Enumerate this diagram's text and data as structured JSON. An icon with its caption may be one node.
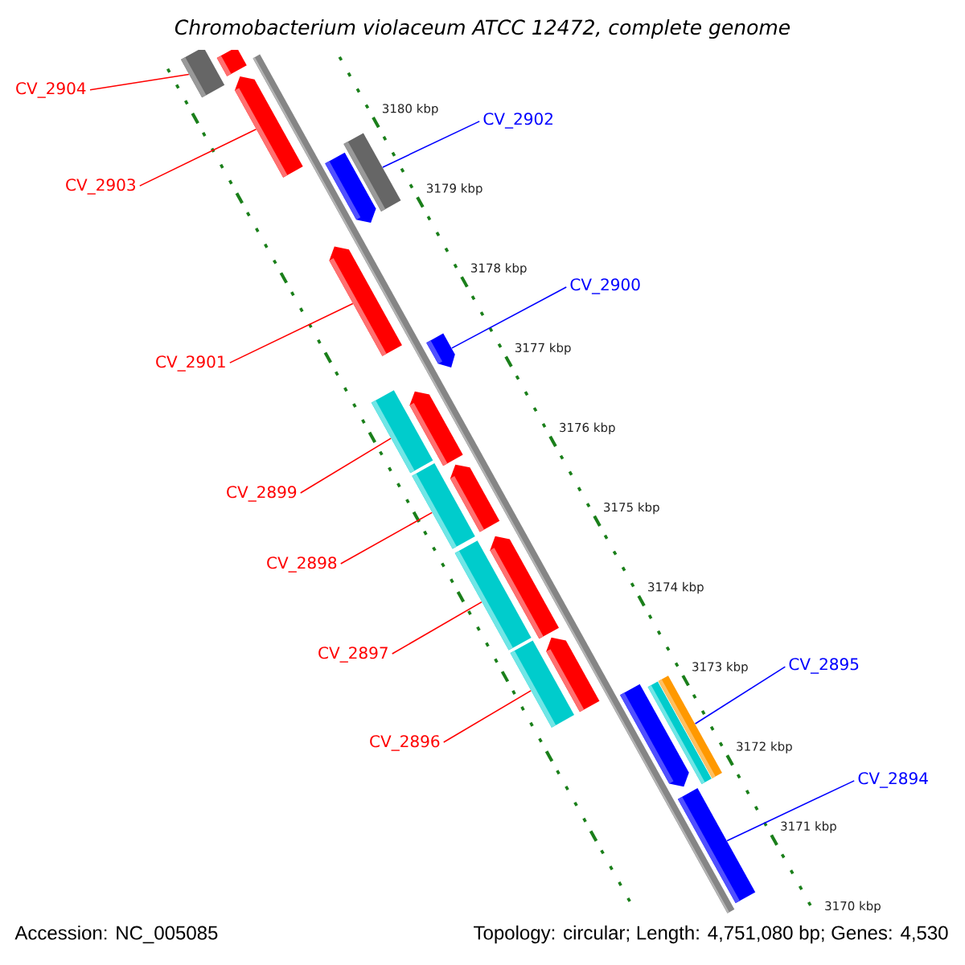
{
  "diagram": {
    "title": "Chromobacterium violaceum ATCC 12472, complete genome",
    "nodes": [
      {
        "text": [
          "CV_2904"
        ]
      },
      {
        "text": [
          "CV_2902"
        ]
      },
      {
        "text": [
          "CV_2903"
        ]
      },
      {
        "text": [
          "CV_2900"
        ]
      },
      {
        "text": [
          "CV_2901"
        ]
      },
      {
        "text": [
          "CV_2899"
        ]
      },
      {
        "text": [
          "CV_2898"
        ]
      },
      {
        "text": [
          "CV_2897"
        ]
      },
      {
        "text": [
          "CV_2895"
        ]
      },
      {
        "text": [
          "CV_2896"
        ]
      },
      {
        "text": [
          "CV_2894"
        ]
      },
      {
        "text": [],
        "shape": "bar"
      },
      {
        "text": [],
        "shape": "bar"
      },
      {
        "text": [],
        "shape": "arrow"
      },
      {
        "text": [],
        "shape": "bar"
      },
      {
        "text": [],
        "shape": "arrow"
      },
      {
        "text": [],
        "shape": "arrow"
      },
      {
        "text": [],
        "shape": "arrow"
      },
      {
        "text": [],
        "shape": "bar"
      },
      {
        "text": [],
        "shape": "arrow"
      },
      {
        "text": [],
        "shape": "bar"
      },
      {
        "text": [],
        "shape": "arrow"
      },
      {
        "text": [],
        "shape": "bar"
      },
      {
        "text": [],
        "shape": "arrow"
      },
      {
        "text": [],
        "shape": "bar"
      },
      {
        "text": [],
        "shape": "arrow"
      },
      {
        "text": [],
        "shape": "arrow"
      },
      {
        "text": [],
        "shape": "bar"
      },
      {
        "text": [],
        "shape": "bar"
      },
      {
        "text": [],
        "shape": "bar"
      }
    ],
    "edges": [
      {
        "from": 0,
        "to": 11,
        "arrow": "none"
      },
      {
        "from": 1,
        "to": 14,
        "arrow": "none",
        "color": "#0000ff"
      },
      {
        "from": 2,
        "to": 13,
        "arrow": "none"
      },
      {
        "from": 3,
        "to": 17,
        "arrow": "none",
        "color": "#0000ff"
      },
      {
        "from": 4,
        "to": 16,
        "arrow": "none"
      },
      {
        "from": 5,
        "to": 18,
        "arrow": "none"
      },
      {
        "from": 6,
        "to": 20,
        "arrow": "none"
      },
      {
        "from": 7,
        "to": 22,
        "arrow": "none"
      },
      {
        "from": 8,
        "to": 28,
        "arrow": "none",
        "color": "#0000ff"
      },
      {
        "from": 9,
        "to": 24,
        "arrow": "none"
      },
      {
        "from": 10,
        "to": 29,
        "arrow": "none",
        "color": "#0000ff"
      }
    ],
    "labels": [
      "3180 kbp",
      "3179 kbp",
      "3178 kbp",
      "3177 kbp",
      "3176 kbp",
      "3175 kbp",
      "3174 kbp",
      "3173 kbp",
      "3172 kbp",
      "3171 kbp",
      "3170 kbp",
      "Accession: NC_005085",
      "Topology: circular; Length: 4,751,080 bp; Genes: 4,530"
    ]
  }
}
